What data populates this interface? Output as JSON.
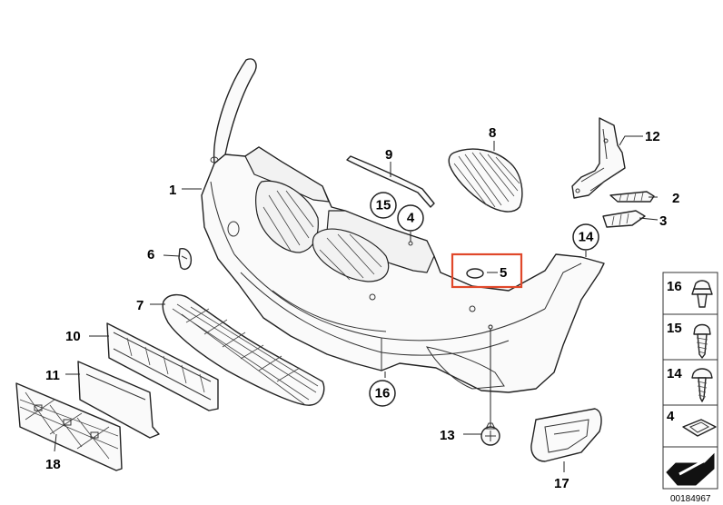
{
  "callouts": {
    "c1": "1",
    "c2": "2",
    "c3": "3",
    "c4": "4",
    "c5": "5",
    "c6": "6",
    "c7": "7",
    "c8": "8",
    "c9": "9",
    "c10": "10",
    "c11": "11",
    "c12": "12",
    "c13": "13",
    "c14": "14",
    "c15": "15",
    "c16": "16",
    "c17": "17",
    "c18": "18"
  },
  "legend": {
    "l16": "16",
    "l15": "15",
    "l14": "14",
    "l4": "4"
  },
  "document_id": "00184967",
  "colors": {
    "highlight": "#e0482a",
    "line": "#222222"
  }
}
